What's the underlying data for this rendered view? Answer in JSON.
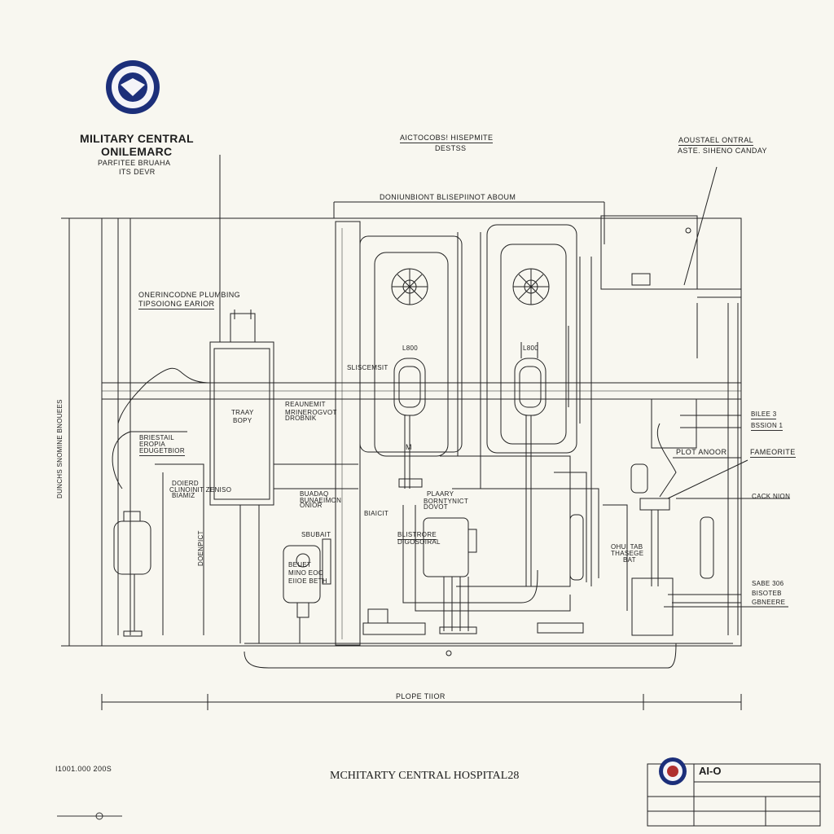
{
  "header": {
    "title_line1": "MILITARY CENTRAL",
    "title_line2": "ONILEMARC",
    "sub_line1": "PARFITEE BRUAHA",
    "sub_line2": "ITS DEVR"
  },
  "top_labels": {
    "center": "AICTOCOBS! HISEPMITE",
    "center_sub": "DESTSS",
    "right": "AOUSTAEL ONTRAL",
    "right_sub": "ASTE. SIHENO CANDAY",
    "bar": "DONIUNBIONT BLISEPIINOT ABOUM"
  },
  "labels": {
    "plumbing_1": "ONERINCODNE PLUMBING",
    "plumbing_2": "TIPSOIONG EARIOR",
    "left_vertical": "DUNCHS SNOMINE BNOUEES",
    "tank_1": "TRAAY",
    "tank_2": "BOPY",
    "note_a1": "REAUNEMIT",
    "note_a2": "MRINEROGVOT",
    "note_a3": "DROBNIK",
    "bristail_1": "BRIESTAIL",
    "bristail_2": "EROPIA",
    "bristail_3": "EDUGETBIOR",
    "sub_1": "DOIERD",
    "sub_2": "CLINOINIT ZENISO",
    "sub_3": "BIAMIZ",
    "vert_small": "DOENPICT",
    "mid_1": "BUADAQ",
    "mid_2": "BUNAEIMON",
    "mid_3": "ONIOR",
    "main_1": "PLAARY",
    "main_2": "BORNTYNICT",
    "main_3": "DOVOT",
    "blank": "BIAICIT",
    "spigot_1": "BLISTRORE",
    "spigot_2": "DIGOSOIRAL",
    "sink_1": "SBUBAIT",
    "lav_l": "L800",
    "lav_r": "L800",
    "valve_lbl": "SLISCEMSIT",
    "m_lbl": "M",
    "meter_1": "BEUET",
    "meter_2": "MINO EOO",
    "meter_3": "EIIOE BETH",
    "right_1": "BILEE 3",
    "right_2": "BSSION 1",
    "right_3": "PLOT ANOOR",
    "right_4": "FAMEORITE",
    "right_5": "CACK NION",
    "right_6": "SABE 306",
    "right_7": "BISOTEB",
    "right_8": "GBNEERE",
    "lower_1": "OHUI TAB",
    "lower_2": "THASEGE",
    "lower_3": "BAT",
    "dimension": "PLOPE TIIOR"
  },
  "footer": {
    "code": "I1001.000 200S",
    "hospital": "MCHITARTY CENTRAL HOSPITAL28",
    "tb_code": "AI-O"
  },
  "colors": {
    "ink": "#1f1f1f",
    "seal_blue": "#1c2f7a",
    "paper": "#f8f7f0"
  }
}
